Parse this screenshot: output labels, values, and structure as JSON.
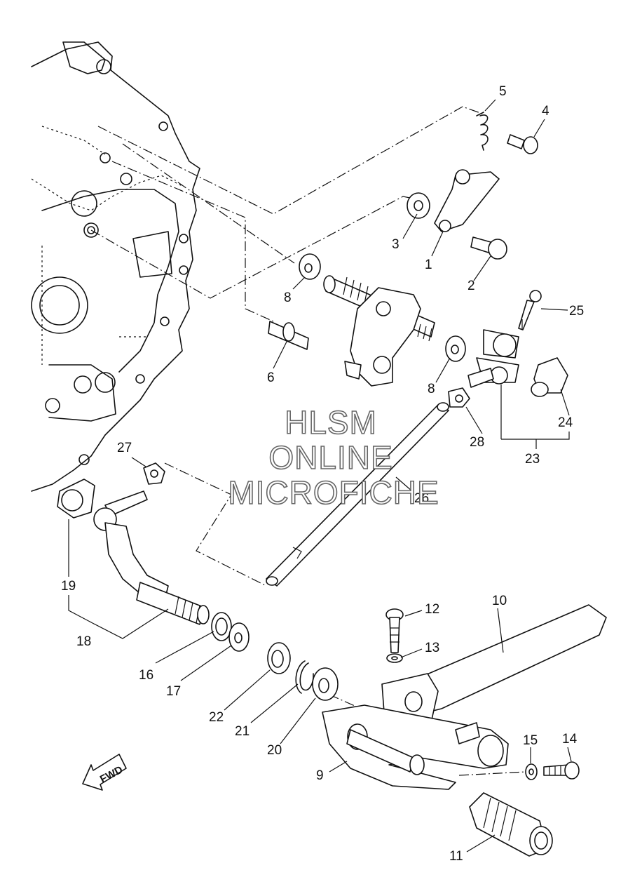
{
  "watermark": {
    "line1": "HLSM",
    "line2": "ONLINE",
    "line3": "MICROFICHE"
  },
  "direction_arrow": {
    "label": "FWD"
  },
  "callouts": [
    "1",
    "2",
    "3",
    "4",
    "5",
    "6",
    "8",
    "8",
    "9",
    "10",
    "11",
    "12",
    "13",
    "14",
    "15",
    "16",
    "17",
    "18",
    "19",
    "20",
    "21",
    "22",
    "23",
    "24",
    "25",
    "26",
    "27",
    "28"
  ]
}
